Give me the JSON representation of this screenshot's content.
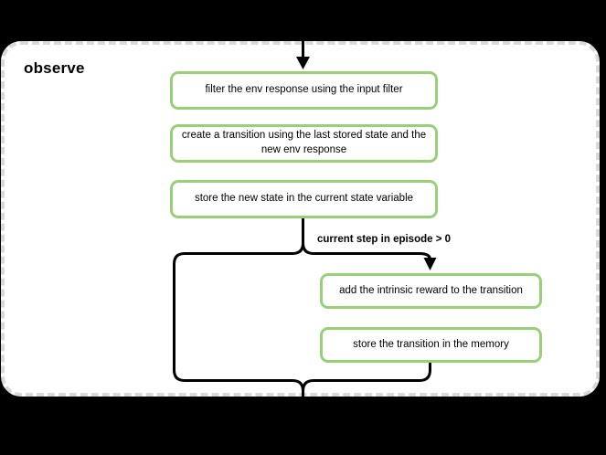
{
  "diagram": {
    "group_title": "observe",
    "steps": [
      {
        "id": "filter-env-response",
        "label": "filter the env response using the input filter"
      },
      {
        "id": "create-transition",
        "label": "create a transition using the last stored state and the new env response"
      },
      {
        "id": "store-new-state",
        "label": "store the new state in the current state variable"
      },
      {
        "id": "add-intrinsic-reward",
        "label": "add the intrinsic reward to the transition"
      },
      {
        "id": "store-transition-memory",
        "label": "store the transition in the memory"
      }
    ],
    "condition_label": "current step in episode > 0",
    "colors": {
      "background": "#000000",
      "card_background": "#ffffff",
      "card_border": "#d9d9d9",
      "step_border": "#97d077",
      "connector": "#000000",
      "text": "#000000"
    }
  }
}
